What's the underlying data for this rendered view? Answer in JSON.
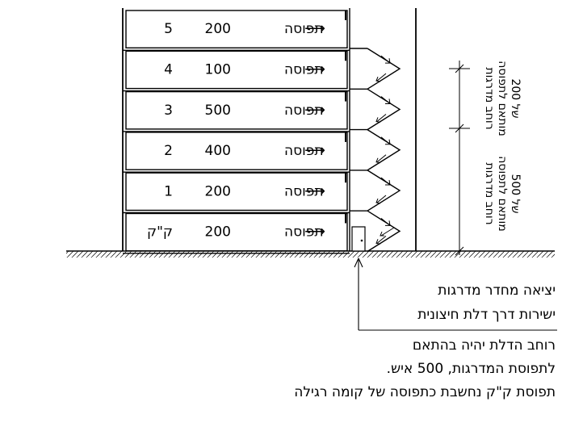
{
  "floors": [
    {
      "number": "5",
      "occupancy": "200",
      "occupancy_label": "תפוסה"
    },
    {
      "number": "4",
      "occupancy": "100",
      "occupancy_label": "תפוסה"
    },
    {
      "number": "3",
      "occupancy": "500",
      "occupancy_label": "תפוסה"
    },
    {
      "number": "2",
      "occupancy": "400",
      "occupancy_label": "תפוסה"
    },
    {
      "number": "1",
      "occupancy": "200",
      "occupancy_label": "תפוסה"
    },
    {
      "number": "ק\"ק",
      "occupancy": "200",
      "occupancy_label": "תפוסה"
    }
  ],
  "flow_arrow": "⟶",
  "dimension_labels": {
    "upper": [
      "רוחב מדרגות",
      "מותאם לתפוסה",
      "של 200"
    ],
    "lower": [
      "רוחב מדרגות",
      "מותאם לתפוסה",
      "של 500"
    ]
  },
  "exit_note": {
    "line1": "יציאה מחדר מדרגות",
    "line2": "ישירות דרך דלת חיצונית"
  },
  "door_note": {
    "line1": "רוחב הדלת יהיה בהתאם",
    "line2": "לתפוסת המדרגות, 500 איש.",
    "line3": "תפוסת ק\"ק נחשבת כתפוסה של קומה רגילה"
  }
}
